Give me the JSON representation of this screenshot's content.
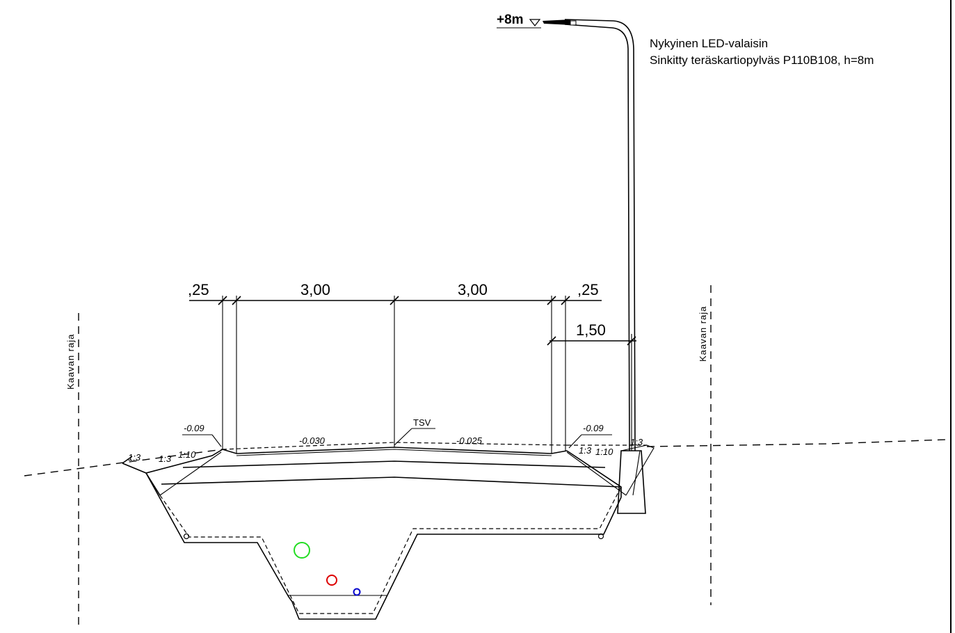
{
  "labels": {
    "height_marker": "+8m",
    "lamp_line1": "Nykyinen LED-valaisin",
    "lamp_line2": "Sinkitty teräskartiopylväs P110B108, h=8m",
    "boundary_left": "Kaavan raja",
    "boundary_right": "Kaavan raja",
    "centerline": "TSV"
  },
  "dimensions": {
    "d1": ",25",
    "d2": "3,00",
    "d3": "3,00",
    "d4": ",25",
    "d5": "1,50"
  },
  "slopes": {
    "left_edge": "-0.09",
    "left_lane": "-0.030",
    "right_lane": "-0.025",
    "right_edge": "-0.09",
    "left_outer": "1:3",
    "left_inner": "1:3",
    "left_ratio": "1:10",
    "right_inner": "1:3",
    "right_ratio": "1:10",
    "right_outer": "1:3"
  },
  "pipes": [
    {
      "name": "green-pipe",
      "color": "#22dd22"
    },
    {
      "name": "red-pipe",
      "color": "#dd0000"
    },
    {
      "name": "blue-pipe",
      "color": "#0000cc"
    }
  ],
  "colors": {
    "line": "#000000"
  }
}
